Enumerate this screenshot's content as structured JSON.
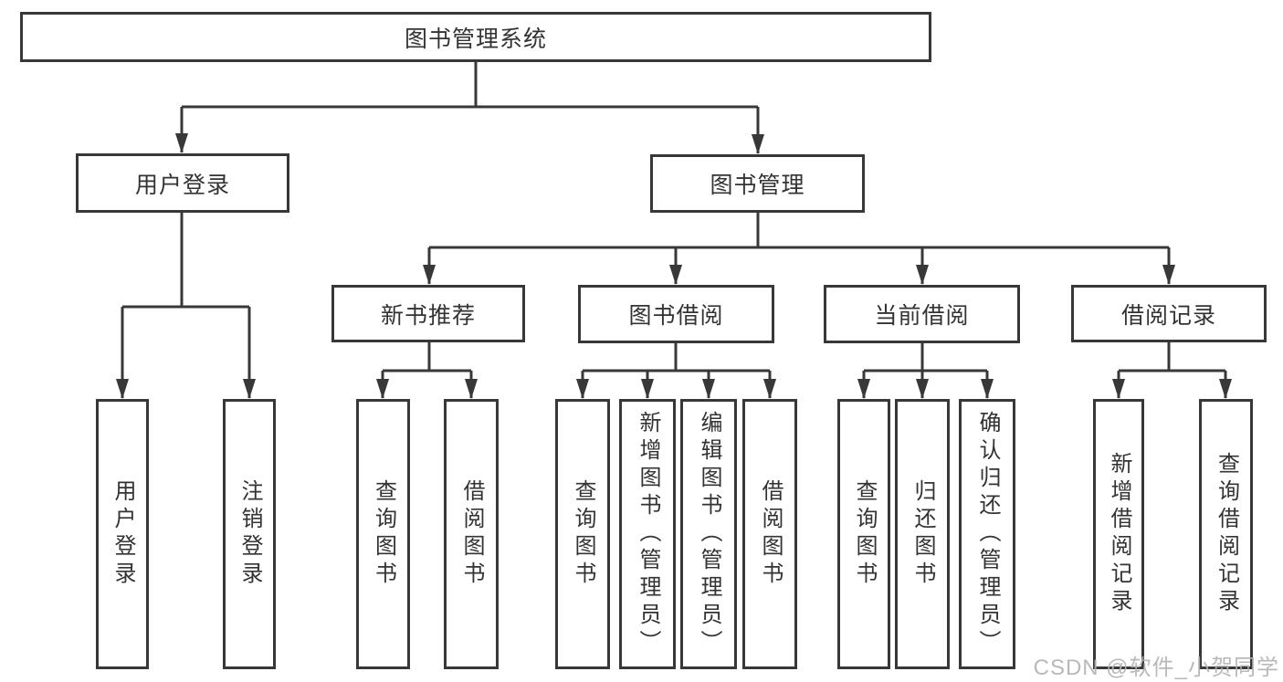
{
  "colors": {
    "line": "#383838",
    "text": "#333333",
    "watermark": "#b2b2b2",
    "bg": "#ffffff"
  },
  "tree": {
    "root": {
      "label": "图书管理系统",
      "children": [
        {
          "label": "用户登录",
          "children": [
            {
              "label": "用户登录"
            },
            {
              "label": "注销登录"
            }
          ]
        },
        {
          "label": "图书管理",
          "children": [
            {
              "label": "新书推荐",
              "children": [
                {
                  "label": "查询图书"
                },
                {
                  "label": "借阅图书"
                }
              ]
            },
            {
              "label": "图书借阅",
              "children": [
                {
                  "label": "查询图书"
                },
                {
                  "label": "新增图书（管理员）"
                },
                {
                  "label": "编辑图书（管理员）"
                },
                {
                  "label": "借阅图书"
                }
              ]
            },
            {
              "label": "当前借阅",
              "children": [
                {
                  "label": "查询图书"
                },
                {
                  "label": "归还图书"
                },
                {
                  "label": "确认归还（管理员）"
                }
              ]
            },
            {
              "label": "借阅记录",
              "children": [
                {
                  "label": "新增借阅记录"
                },
                {
                  "label": "查询借阅记录"
                }
              ]
            }
          ]
        }
      ]
    }
  },
  "watermark": {
    "text": "CSDN @软件_小贺同学"
  }
}
